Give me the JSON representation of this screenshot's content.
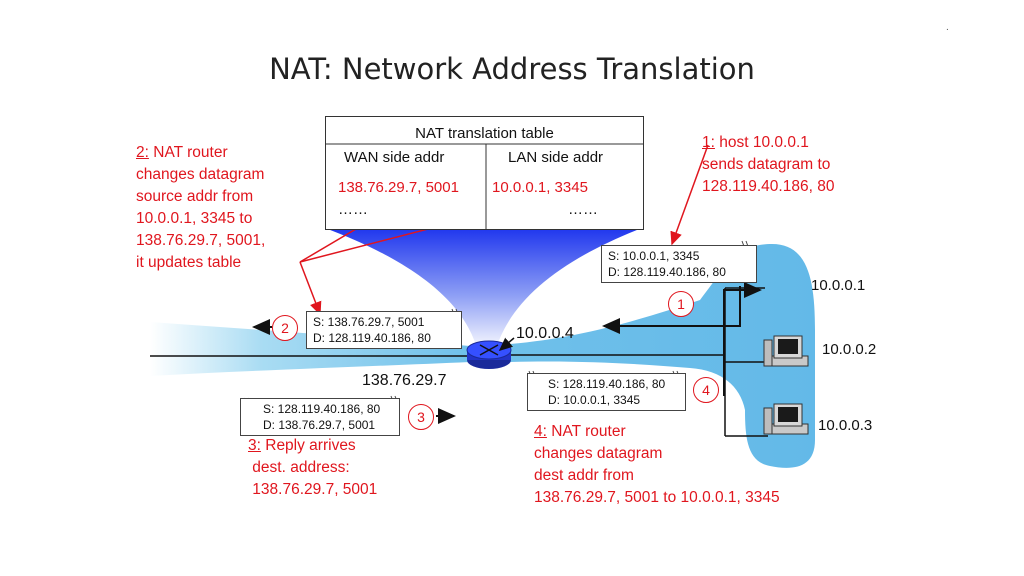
{
  "title": "NAT: Network Address Translation",
  "corner_mark": ".",
  "nat_table": {
    "title": "NAT translation table",
    "headers": [
      "WAN side addr",
      "LAN side addr"
    ],
    "row": [
      "138.76.29.7, 5001",
      "10.0.0.1, 3345"
    ],
    "more": [
      "……",
      "……"
    ]
  },
  "notes": {
    "step1": {
      "label": "1:",
      "lines": " host 10.0.0.1\nsends datagram to\n128.119.40.186, 80"
    },
    "step2": {
      "label": "2:",
      "lines": " NAT router\nchanges datagram\nsource addr from\n10.0.0.1, 3345 to\n138.76.29.7, 5001,\nit updates table"
    },
    "step3": {
      "label": "3:",
      "lines": " Reply arrives\n dest. address:\n 138.76.29.7, 5001"
    },
    "step4": {
      "label": "4:",
      "lines": " NAT router\nchanges datagram\ndest addr from\n138.76.29.7, 5001 to 10.0.0.1, 3345"
    }
  },
  "packets": {
    "p1": {
      "s": "S: 10.0.0.1, 3345",
      "d": "D: 128.119.40.186, 80"
    },
    "p2": {
      "s": "S: 138.76.29.7, 5001",
      "d": "D: 128.119.40.186, 80"
    },
    "p3": {
      "s": "S: 128.119.40.186, 80",
      "d": "D: 138.76.29.7, 5001"
    },
    "p4": {
      "s": "S: 128.119.40.186, 80",
      "d": "D: 10.0.0.1, 3345"
    }
  },
  "step_numbers": [
    "1",
    "2",
    "3",
    "4"
  ],
  "addresses": {
    "router_lan": "10.0.0.4",
    "router_wan": "138.76.29.7",
    "host1": "10.0.0.1",
    "host2": "10.0.0.2",
    "host3": "10.0.0.3"
  },
  "colors": {
    "accent": "#e0161e",
    "lan_blue": "#6fc0ea",
    "funnel_blue": "#2a3ff0"
  }
}
